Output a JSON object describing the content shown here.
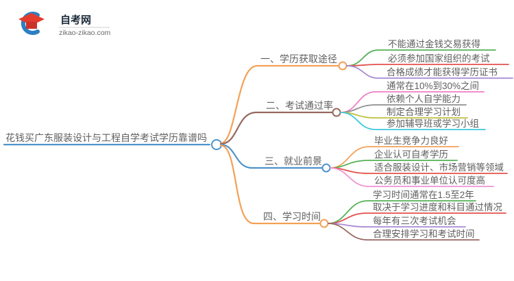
{
  "brand": {
    "name": "自考网",
    "domain": "zikao-zikao.com",
    "icon_blue": "#2e7fc2",
    "icon_red": "#e23c2e",
    "icon_red_dark": "#c9342a"
  },
  "root": {
    "label": "花钱买广东服装设计与工程自学考试学历靠谱吗",
    "color": "#4e93cb"
  },
  "branches": [
    {
      "label": "一、学历获取途径",
      "color": "#f3a057",
      "children": [
        {
          "label": "不能通过金钱交易获得",
          "color": "#54b156"
        },
        {
          "label": "必须参加国家组织的考试",
          "color": "#e2504c"
        },
        {
          "label": "合格成绩才能获得学历证书",
          "color": "#a78ad2"
        }
      ]
    },
    {
      "label": "二、考试通过率",
      "color": "#96685e",
      "children": [
        {
          "label": "通常在10%到30%之间",
          "color": "#ef7fc5"
        },
        {
          "label": "依赖个人自学能力",
          "color": "#8f8f8f"
        },
        {
          "label": "制定合理学习计划",
          "color": "#c0c040"
        },
        {
          "label": "参加辅导班或学习小组",
          "color": "#3cc8de"
        }
      ]
    },
    {
      "label": "三、就业前景",
      "color": "#4e93cb",
      "children": [
        {
          "label": "毕业生竞争力良好",
          "color": "#f3a057"
        },
        {
          "label": "企业认可自考学历",
          "color": "#54b156"
        },
        {
          "label": "适合服装设计、市场营销等领域",
          "color": "#e2504c"
        },
        {
          "label": "公务员和事业单位认可度高",
          "color": "#ef93d4"
        }
      ]
    },
    {
      "label": "四、学习时间",
      "color": "#f3a057",
      "children": [
        {
          "label": "学习时间通常在1.5至2年",
          "color": "#54b156"
        },
        {
          "label": "取决于学习进度和科目通过情况",
          "color": "#e2504c"
        },
        {
          "label": "每年有三次考试机会",
          "color": "#a78ad2"
        },
        {
          "label": "合理安排学习和考试时间",
          "color": "#96685e"
        }
      ]
    }
  ]
}
